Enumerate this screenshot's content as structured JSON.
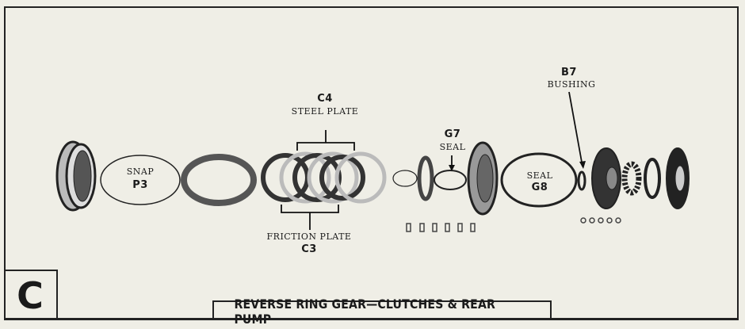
{
  "figure": {
    "panel_letter": "C",
    "title": "REVERSE RING GEAR—CLUTCHES & REAR PUMP"
  },
  "labels": {
    "snap": {
      "name": "SNAP",
      "code": "P3"
    },
    "steel_plate": {
      "code": "C4",
      "name": "STEEL PLATE"
    },
    "friction_plate": {
      "name": "FRICTION PLATE",
      "code": "C3"
    },
    "seal_g7": {
      "code": "G7",
      "name": "SEAL"
    },
    "seal_g8": {
      "name": "SEAL",
      "code": "G8"
    },
    "bushing": {
      "code": "B7",
      "name": "BUSHING"
    }
  }
}
